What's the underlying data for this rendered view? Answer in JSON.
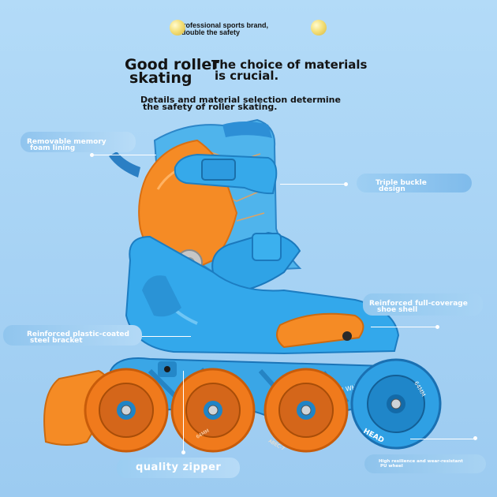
{
  "header": {
    "brand_line_1": "Professional sports brand,",
    "brand_line_2": "double the safety",
    "headline_left_1": "Good roller",
    "headline_left_2": "skating",
    "headline_right_1": "The choice of materials",
    "headline_right_2": "is crucial.",
    "sub_line_1": "Details and material selection determine",
    "sub_line_2": "the safety of roller skating."
  },
  "callouts": {
    "memory_1": "Removable memory",
    "memory_2": "foam lining",
    "buckle_1": "Triple buckle",
    "buckle_2": "design",
    "shell_1": "Reinforced full-coverage",
    "shell_2": "shoe shell",
    "bracket_1": "Reinforced plastic-coated",
    "bracket_2": "steel bracket",
    "wheel_1": "High resilience and wear-resistant",
    "wheel_2": "PU wheel",
    "zipper": "quality zipper"
  },
  "product_print": {
    "frame_text": "FUN WHEELS",
    "wheel_text": "64MM",
    "wheel_brand": "HEAD",
    "bearing_text": "ABEC-7"
  },
  "colors": {
    "background": "#a9d4f5",
    "boot_blue": "#2fa3e6",
    "boot_orange": "#f58b25",
    "wheel_orange": "#f07a1c"
  },
  "icons": [
    "tennis-ball-icon",
    "tennis-ball-icon",
    "callout-dot-icon"
  ]
}
